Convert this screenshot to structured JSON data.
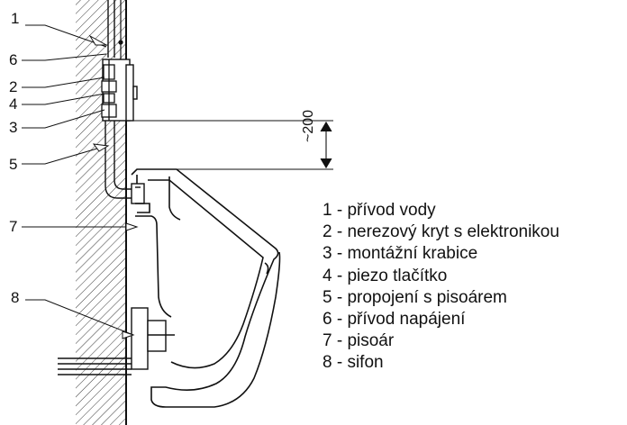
{
  "callouts": [
    "1",
    "6",
    "2",
    "4",
    "3",
    "5",
    "7",
    "8"
  ],
  "dimension": "~200",
  "legend": [
    "1 - přívod vody",
    "2 - nerezový kryt s elektronikou",
    "3 - montážní krabice",
    "4 - piezo tlačítko",
    "5 - propojení s pisoárem",
    "6 - přívod napájení",
    "7 - pisoár",
    "8 - sifon"
  ]
}
